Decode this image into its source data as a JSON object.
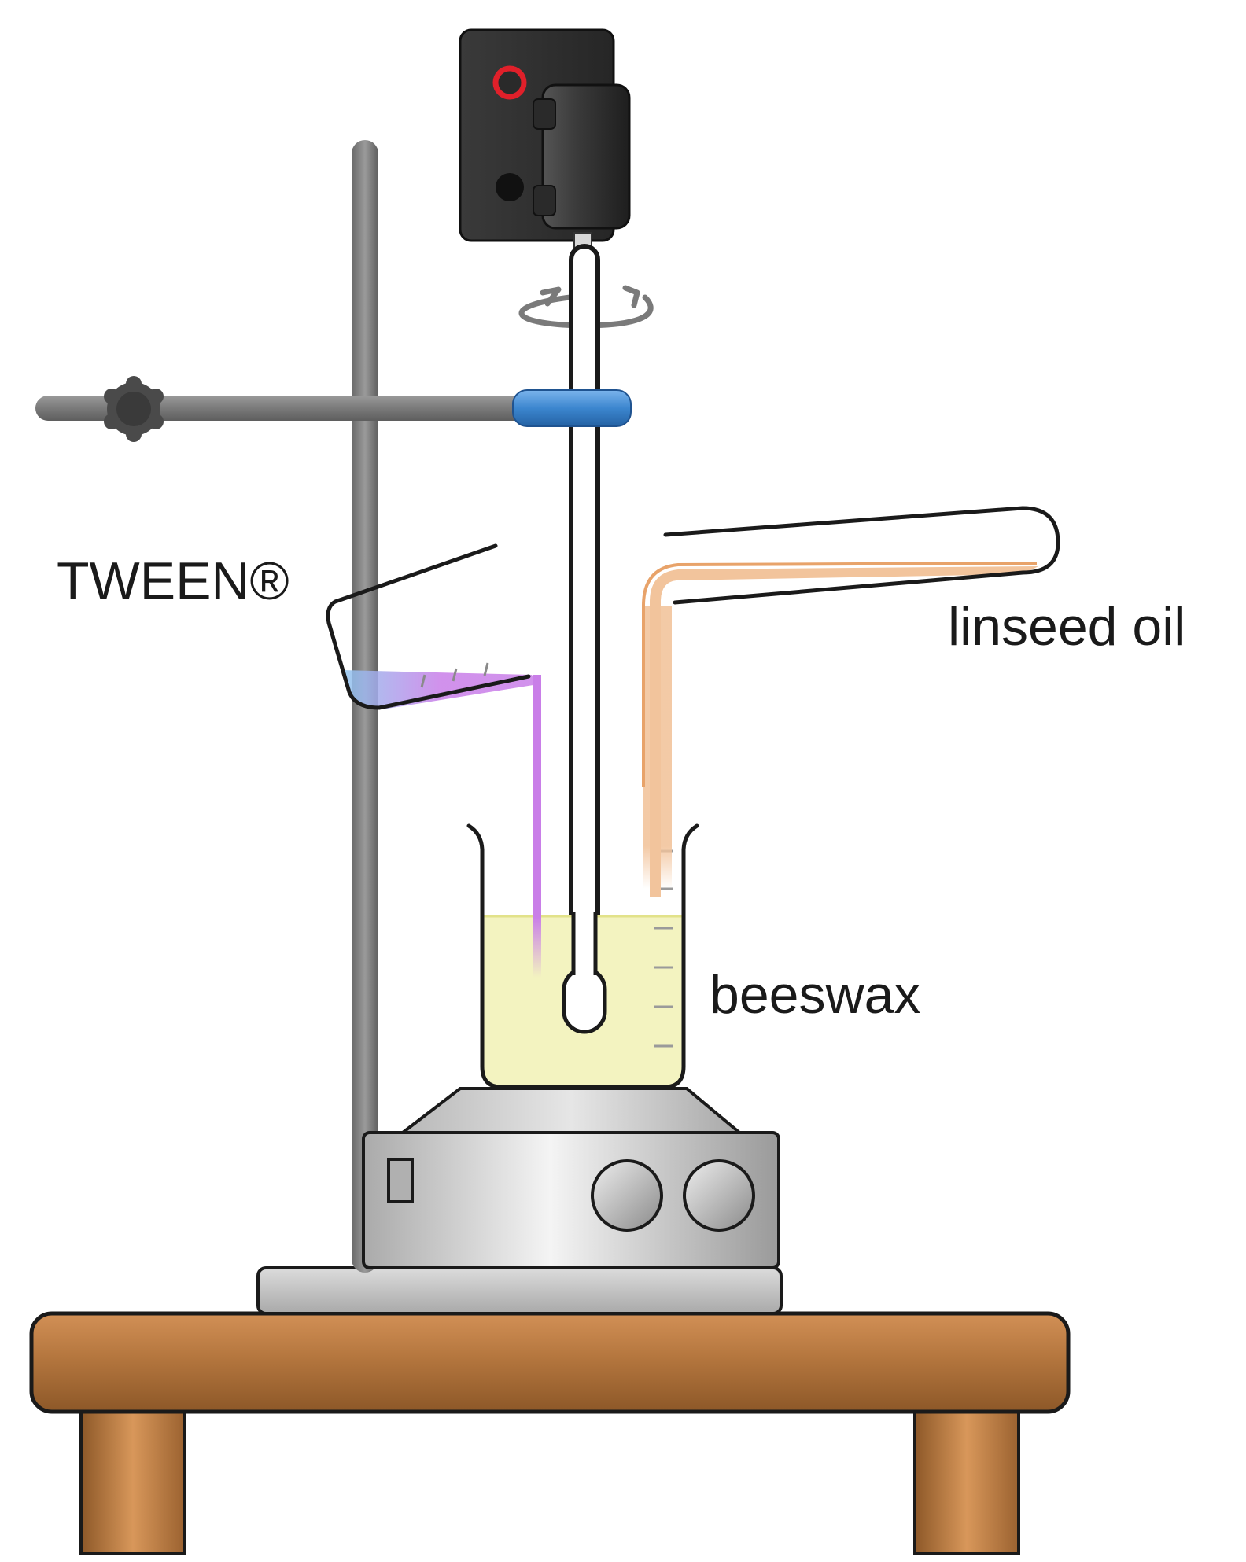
{
  "labels": {
    "surfactant": "TWEEN®",
    "oil": "linseed oil",
    "wax": "beeswax"
  },
  "colors": {
    "table_wood": "#b4763e",
    "table_wood_light": "#d8975a",
    "table_wood_dark": "#8a5528",
    "stand_rod": "#767676",
    "clamp_ring": "#3c86cf",
    "motor_body": "#2e2e2e",
    "motor_button": "#e0202a",
    "beaker_liquid": "#f3f3c0",
    "tween_stream": "#c97ee8",
    "linseed_stream": "#f2c49c",
    "hotplate_metal": "#c8c8c8"
  },
  "icons": {
    "rotation": "rotation-arrows-icon",
    "power": "power-button-icon"
  }
}
